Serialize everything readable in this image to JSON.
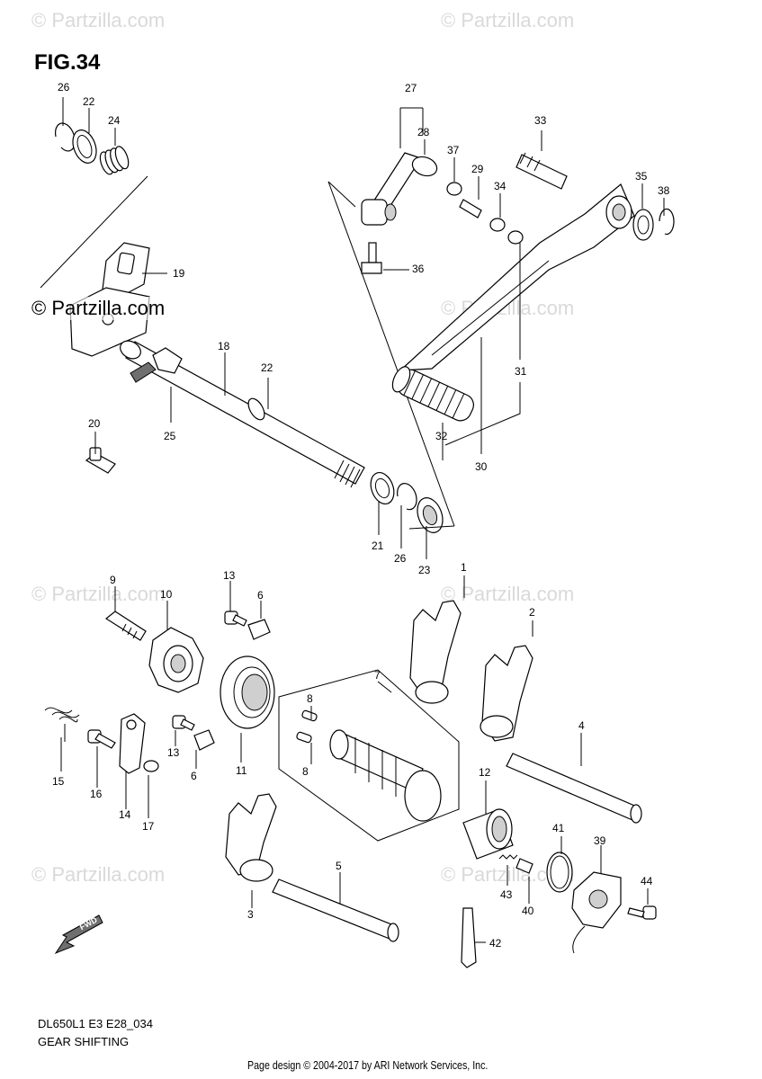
{
  "figure": {
    "title": "FIG.34",
    "model_code": "DL650L1 E3 E28_034",
    "name": "GEAR SHIFTING"
  },
  "watermarks": {
    "text": "© Partzilla.com",
    "main": "© Partzilla.com"
  },
  "footer": {
    "copyright": "Page design © 2004-2017 by ARI Network Services, Inc."
  },
  "callouts": {
    "c1": "1",
    "c2": "2",
    "c3": "3",
    "c4": "4",
    "c5": "5",
    "c6a": "6",
    "c6b": "6",
    "c7": "7",
    "c8a": "8",
    "c8b": "8",
    "c9": "9",
    "c10": "10",
    "c11": "11",
    "c12": "12",
    "c13a": "13",
    "c13b": "13",
    "c14": "14",
    "c15": "15",
    "c16": "16",
    "c17": "17",
    "c18": "18",
    "c19": "19",
    "c20": "20",
    "c21": "21",
    "c22a": "22",
    "c22b": "22",
    "c23": "23",
    "c24": "24",
    "c25": "25",
    "c26a": "26",
    "c26b": "26",
    "c27": "27",
    "c28": "28",
    "c29": "29",
    "c30": "30",
    "c31": "31",
    "c32": "32",
    "c33": "33",
    "c34": "34",
    "c35": "35",
    "c36": "36",
    "c37": "37",
    "c38": "38",
    "c39": "39",
    "c40": "40",
    "c41": "41",
    "c42": "42",
    "c43": "43",
    "c44": "44"
  },
  "fwd_label": "FWD"
}
